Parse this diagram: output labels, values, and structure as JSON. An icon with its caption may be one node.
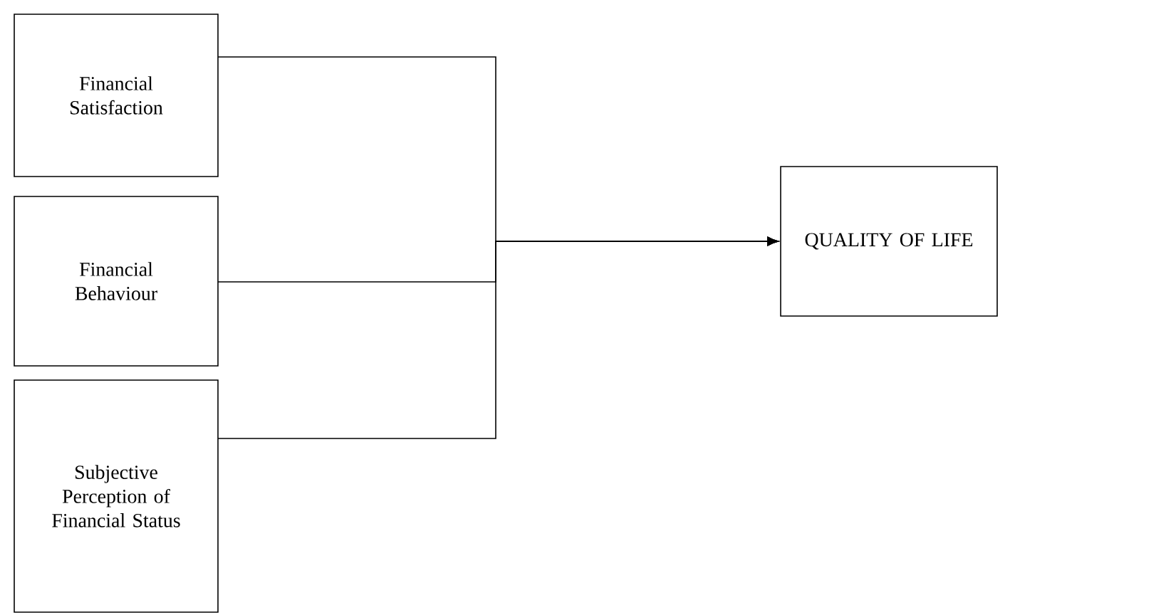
{
  "diagram": {
    "nodes": [
      {
        "text": [
          "Financial Satisfaction"
        ]
      },
      {
        "text": [
          "Financial Behaviour"
        ]
      },
      {
        "text": [
          "Subjective Perception of Financial Status"
        ]
      },
      {
        "text": [
          "QUALITY OF LIFE"
        ]
      }
    ],
    "edges": [
      {
        "from": 0,
        "to": 3,
        "arrow": "to"
      },
      {
        "from": 1,
        "to": 3,
        "arrow": "to"
      },
      {
        "from": 2,
        "to": 3,
        "arrow": "to"
      }
    ]
  }
}
